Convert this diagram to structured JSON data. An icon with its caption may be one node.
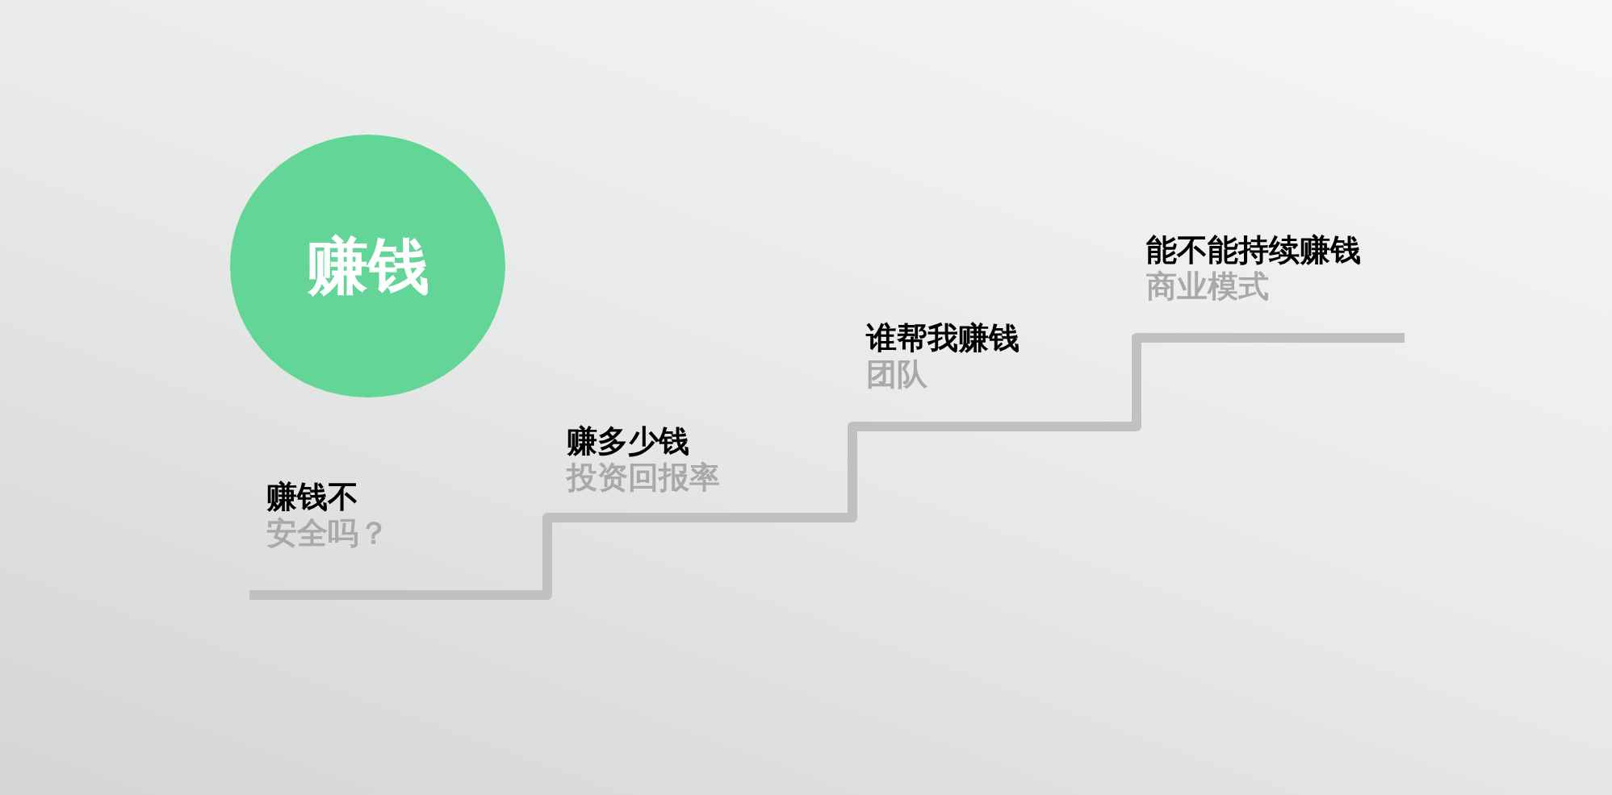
{
  "diagram": {
    "nodes": [
      {
        "text": [
          "赚钱"
        ]
      }
    ],
    "labels": [
      "赚钱不",
      "安全吗？",
      "赚多少钱",
      "投资回报率",
      "谁帮我赚钱",
      "团队",
      "能不能持续赚钱",
      "商业模式"
    ]
  }
}
